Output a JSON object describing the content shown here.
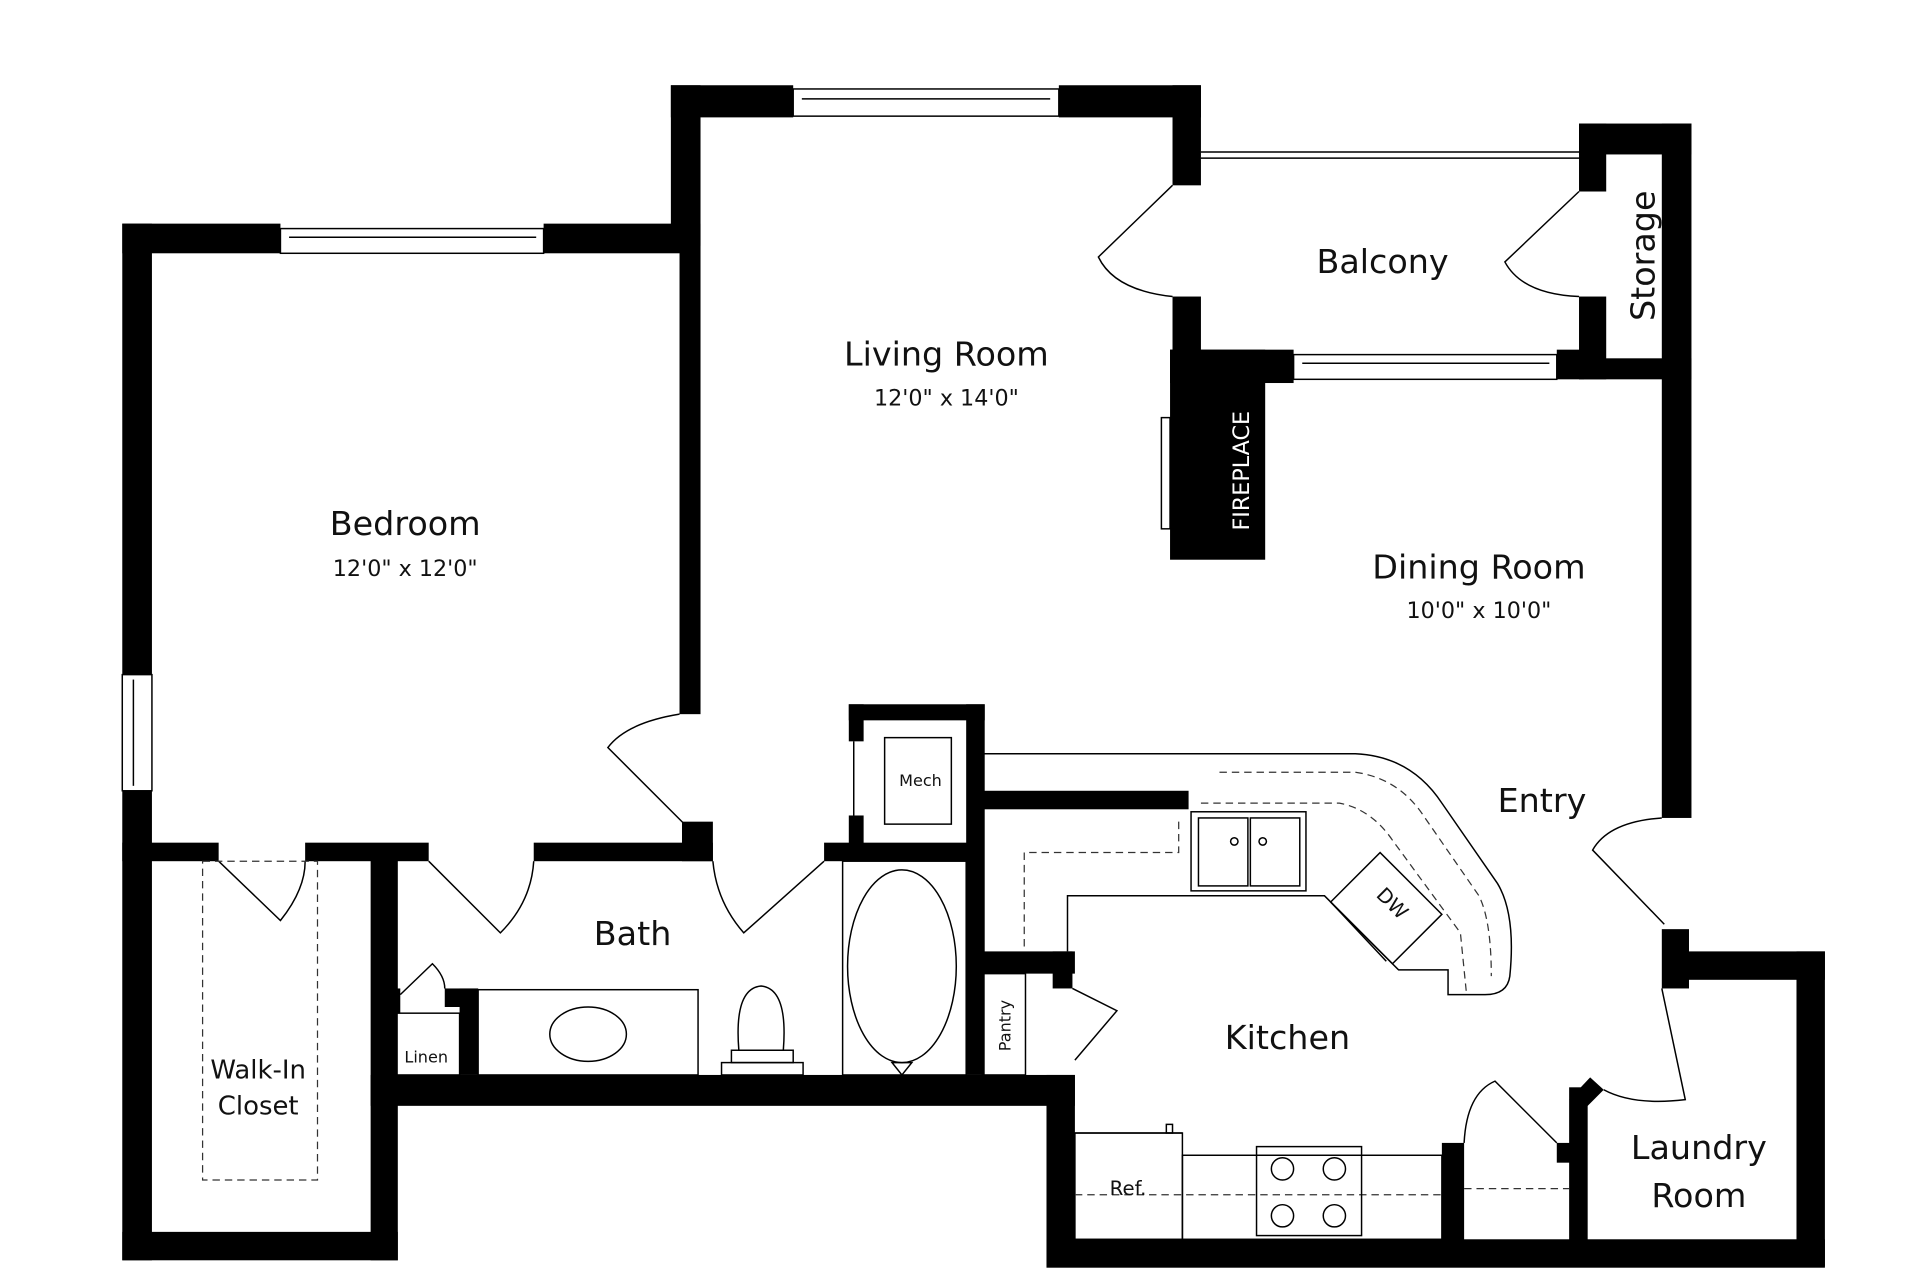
{
  "rooms": {
    "bedroom": {
      "name": "Bedroom",
      "dims": "12'0\" x 12'0\""
    },
    "living": {
      "name": "Living Room",
      "dims": "12'0\" x 14'0\""
    },
    "dining": {
      "name": "Dining Room",
      "dims": "10'0\" x 10'0\""
    },
    "balcony": {
      "name": "Balcony"
    },
    "storage": {
      "name": "Storage"
    },
    "fireplace": {
      "name": "FIREPLACE"
    },
    "entry": {
      "name": "Entry"
    },
    "bath": {
      "name": "Bath"
    },
    "kitchen": {
      "name": "Kitchen"
    },
    "laundry": {
      "name1": "Laundry",
      "name2": "Room"
    },
    "closet": {
      "name1": "Walk-In",
      "name2": "Closet"
    },
    "linen": {
      "name": "Linen"
    },
    "mech": {
      "name": "Mech"
    },
    "pantry": {
      "name": "Pantry"
    },
    "dw": {
      "name": "DW"
    },
    "ref": {
      "name": "Ref."
    }
  }
}
